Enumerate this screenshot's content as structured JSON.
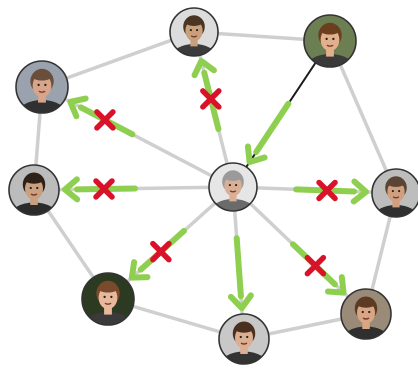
{
  "colors": {
    "background": "#ffffff",
    "edge": "#cfcfcf",
    "edge_highlight": "#1b1b1b",
    "arrow": "#8fcf4f",
    "cross": "#d9122a",
    "node_border": "#333333"
  },
  "center_node": {
    "id": "c",
    "name": "person-center"
  },
  "nodes": [
    {
      "id": "n1",
      "name": "person-top-middle",
      "skin": "#c9a07c",
      "hair": "#4a3424",
      "shirt": "#3b3b3b",
      "bg": "#dcdcdc"
    },
    {
      "id": "n2",
      "name": "person-top-right",
      "skin": "#e2b08c",
      "hair": "#6b3f1e",
      "shirt": "#3a3a3a",
      "bg": "#6b7f52"
    },
    {
      "id": "n3",
      "name": "person-upper-left",
      "skin": "#d8a58a",
      "hair": "#6a4e3c",
      "shirt": "#303030",
      "bg": "#9aa3ad"
    },
    {
      "id": "n4",
      "name": "person-middle-left",
      "skin": "#caa07f",
      "hair": "#2e2118",
      "shirt": "#2b2b2b",
      "bg": "#bcbcbc"
    },
    {
      "id": "n5",
      "name": "person-middle-right",
      "skin": "#cf9f80",
      "hair": "#5a4434",
      "shirt": "#2f2f2f",
      "bg": "#bdbdbd"
    },
    {
      "id": "n6",
      "name": "person-lower-left",
      "skin": "#e7b89c",
      "hair": "#7a4a2c",
      "shirt": "#3a3a3a",
      "bg": "#2d3a22"
    },
    {
      "id": "n7",
      "name": "person-bottom-middle",
      "skin": "#dcae92",
      "hair": "#4b3020",
      "shirt": "#333333",
      "bg": "#c8c8c8"
    },
    {
      "id": "n8",
      "name": "person-lower-right",
      "skin": "#d8a684",
      "hair": "#5d3b22",
      "shirt": "#2f2f2f",
      "bg": "#9a8b78"
    }
  ],
  "edges": [
    {
      "from": "c",
      "to": "n1"
    },
    {
      "from": "c",
      "to": "n2",
      "highlight": true
    },
    {
      "from": "c",
      "to": "n3"
    },
    {
      "from": "c",
      "to": "n4"
    },
    {
      "from": "c",
      "to": "n5"
    },
    {
      "from": "c",
      "to": "n6"
    },
    {
      "from": "c",
      "to": "n7"
    },
    {
      "from": "c",
      "to": "n8"
    },
    {
      "from": "n1",
      "to": "n2"
    },
    {
      "from": "n1",
      "to": "n3"
    },
    {
      "from": "n2",
      "to": "n5"
    },
    {
      "from": "n3",
      "to": "n4"
    },
    {
      "from": "n4",
      "to": "n6"
    },
    {
      "from": "n5",
      "to": "n8"
    },
    {
      "from": "n6",
      "to": "n7"
    },
    {
      "from": "n7",
      "to": "n8"
    }
  ],
  "arrows": [
    {
      "name": "arrow-to-top-middle",
      "from": "c",
      "to": "n1",
      "crossed": true
    },
    {
      "name": "arrow-from-top-right",
      "from": "n2",
      "to": "c",
      "crossed": false
    },
    {
      "name": "arrow-to-upper-left",
      "from": "c",
      "to": "n3",
      "crossed": true
    },
    {
      "name": "arrow-to-middle-left",
      "from": "c",
      "to": "n4",
      "crossed": true
    },
    {
      "name": "arrow-to-middle-right",
      "from": "c",
      "to": "n5",
      "crossed": true
    },
    {
      "name": "arrow-to-lower-left",
      "from": "c",
      "to": "n6",
      "crossed": true
    },
    {
      "name": "arrow-to-bottom-middle",
      "from": "c",
      "to": "n7",
      "crossed": false
    },
    {
      "name": "arrow-to-lower-right",
      "from": "c",
      "to": "n8",
      "crossed": true
    }
  ]
}
